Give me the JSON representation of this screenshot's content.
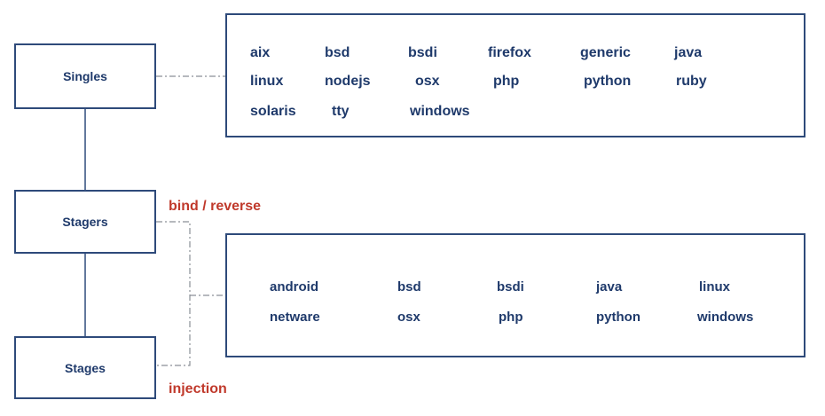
{
  "nodes": {
    "singles": "Singles",
    "stagers": "Stagers",
    "stages": "Stages"
  },
  "connector_labels": {
    "bind_reverse": "bind / reverse",
    "injection": "injection"
  },
  "singles_platforms": [
    [
      "aix",
      "bsd",
      "bsdi",
      "firefox",
      "generic",
      "java"
    ],
    [
      "linux",
      "nodejs",
      "osx",
      "php",
      "python",
      "ruby"
    ],
    [
      "solaris",
      "tty",
      "windows"
    ]
  ],
  "stages_platforms": [
    [
      "android",
      "bsd",
      "bsdi",
      "java",
      "linux"
    ],
    [
      "netware",
      "osx",
      "php",
      "python",
      "windows"
    ]
  ],
  "colors": {
    "box_border": "#2e4a7a",
    "text": "#1f3a6b",
    "label_accent": "#c0392b",
    "dash_line": "#8a8f96"
  }
}
